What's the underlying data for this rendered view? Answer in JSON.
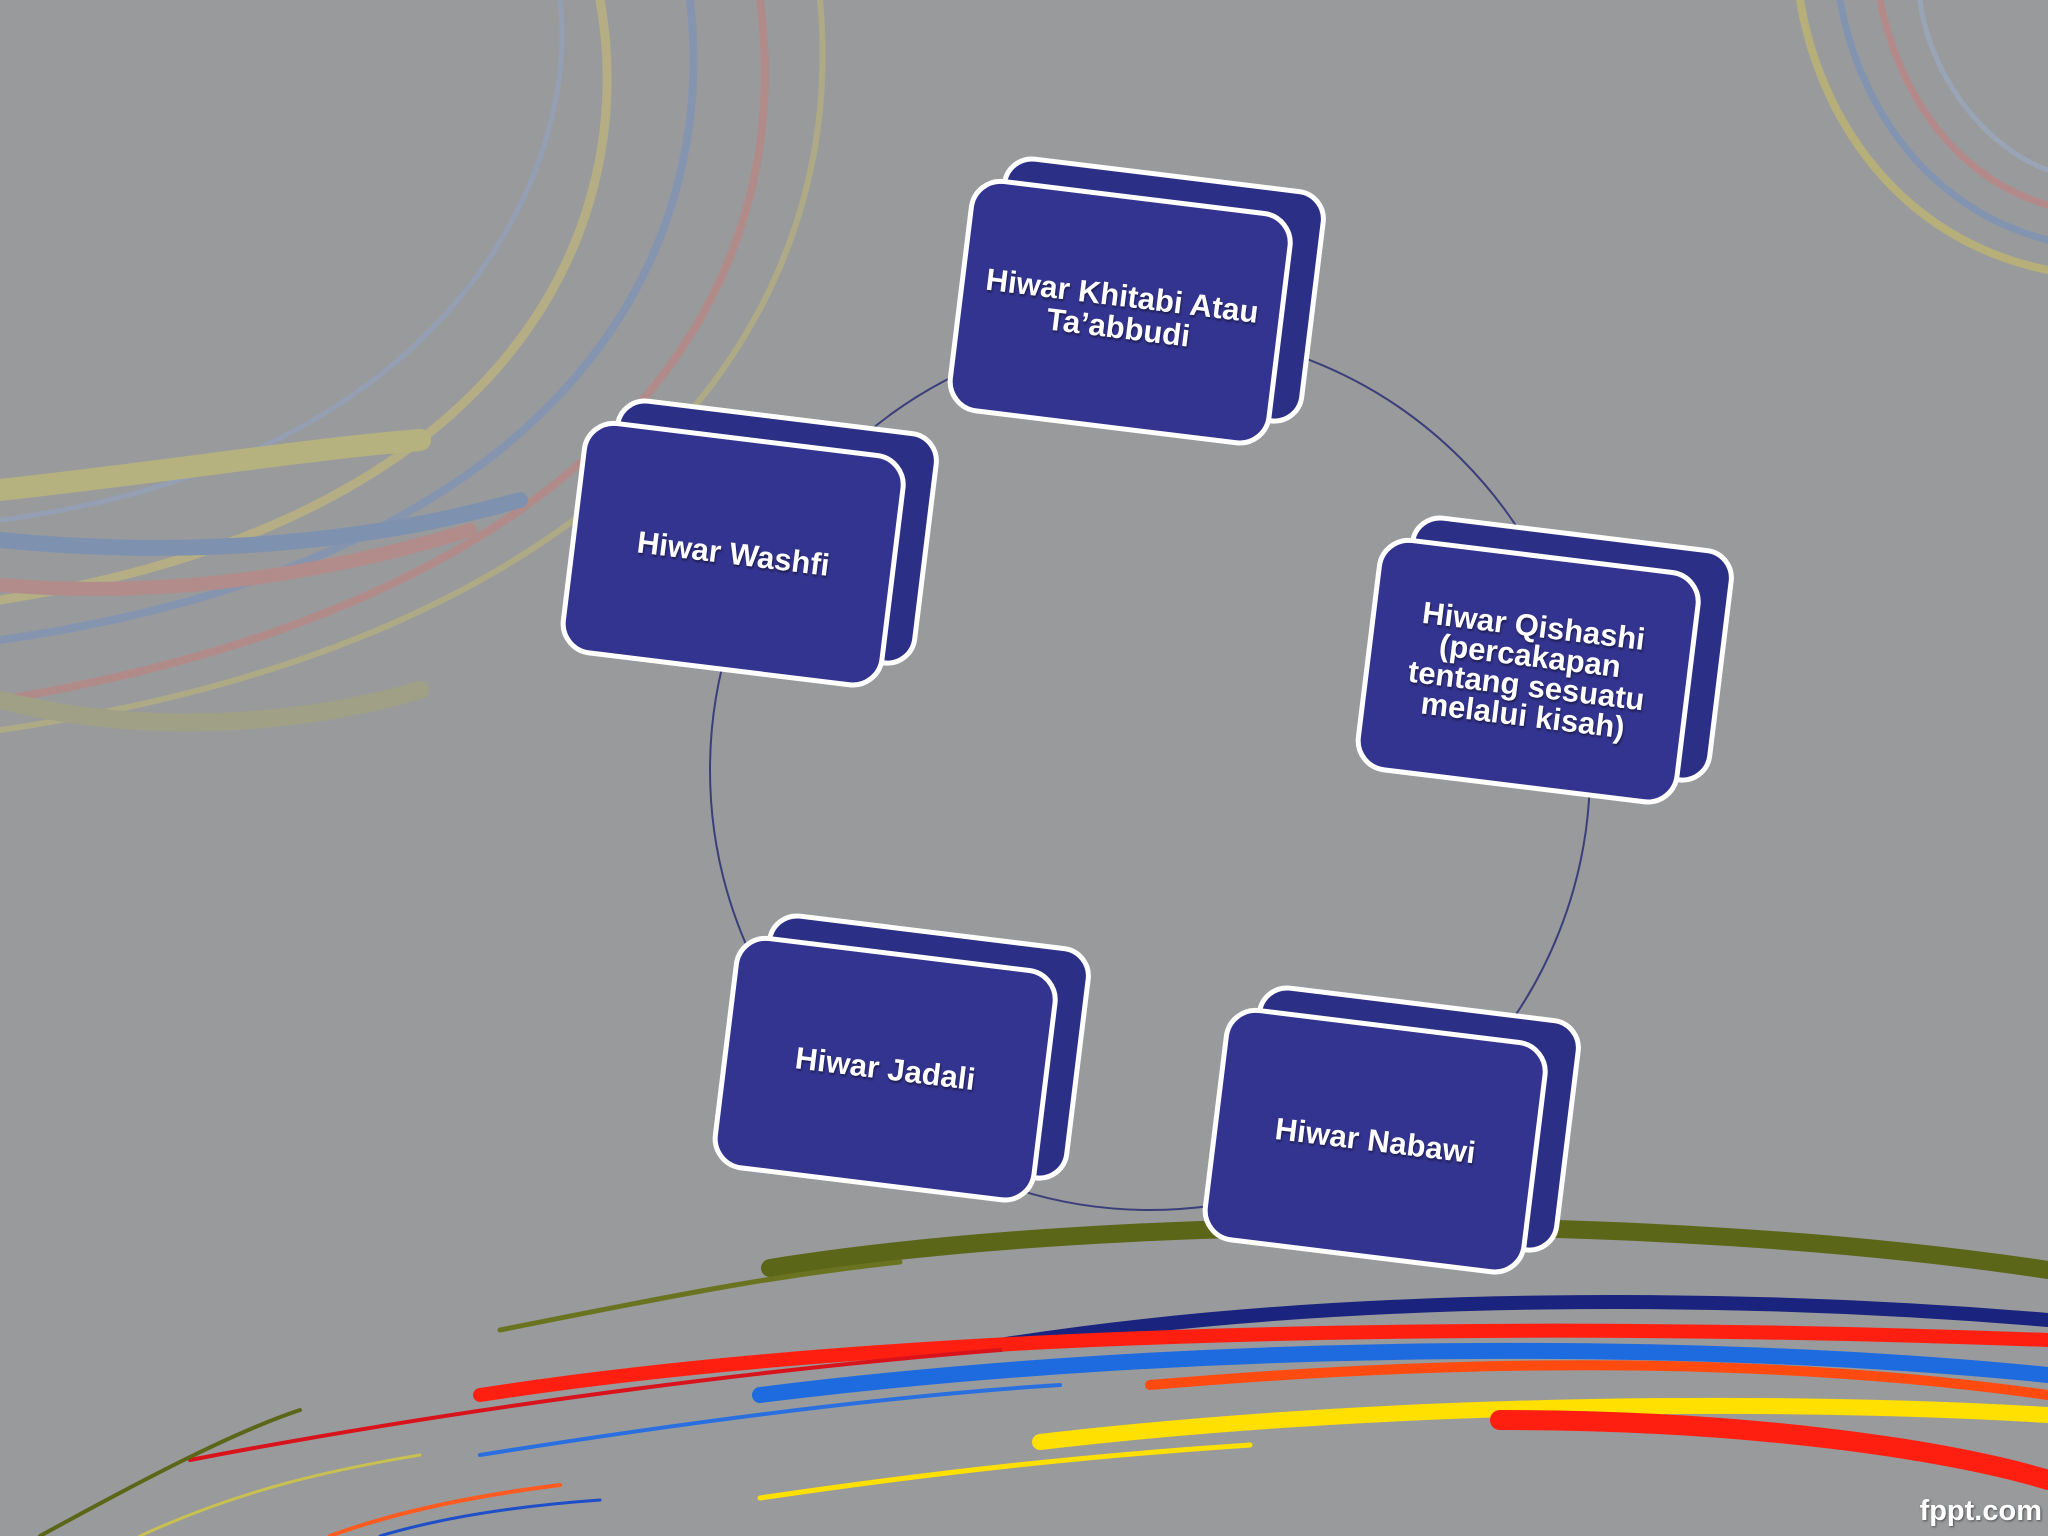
{
  "diagram": {
    "nodes": [
      {
        "id": "khitabi",
        "label": "Hiwar Khitabi Atau Ta’abbudi"
      },
      {
        "id": "qishashi",
        "label": "Hiwar Qishashi (percakapan tentang sesuatu melalui kisah)"
      },
      {
        "id": "nabawi",
        "label": "Hiwar Nabawi"
      },
      {
        "id": "jadali",
        "label": "Hiwar Jadali"
      },
      {
        "id": "washfi",
        "label": "Hiwar Washfi"
      }
    ],
    "colors": {
      "node_fill": "#33348f",
      "node_border": "#ffffff",
      "cycle_line": "#3a3f7a",
      "background": "#999a9c"
    }
  },
  "footer": {
    "brand": "fppt.com"
  }
}
